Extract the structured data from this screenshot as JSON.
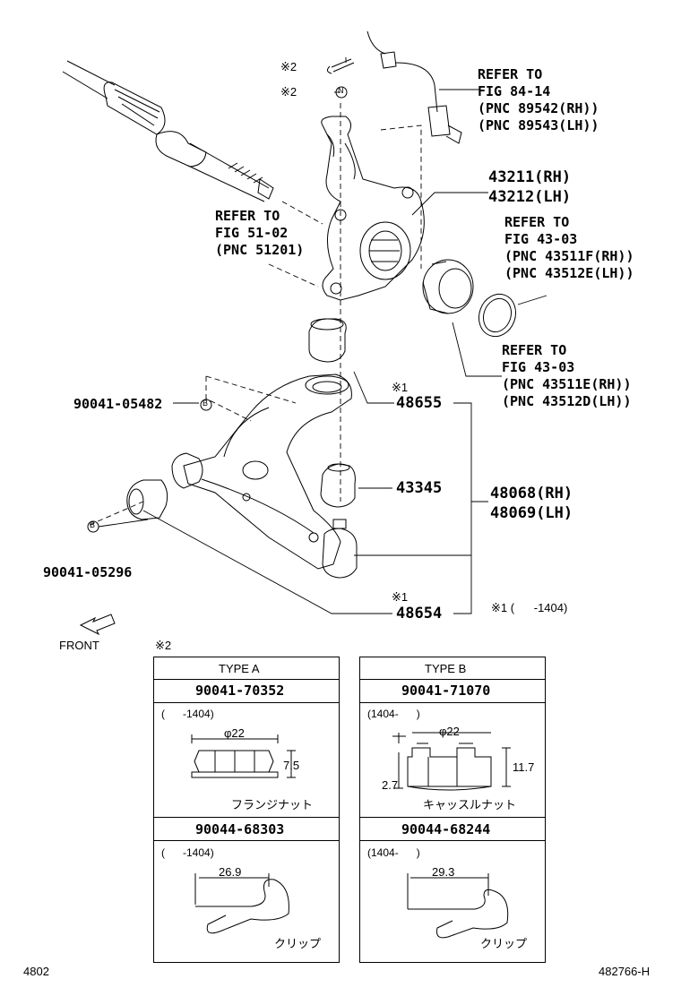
{
  "refs": {
    "sensor": [
      "REFER TO",
      "FIG 84-14",
      "(PNC 89542(RH))",
      "(PNC 89543(LH))"
    ],
    "axle": [
      "REFER TO",
      "FIG 51-02",
      "(PNC 51201)"
    ],
    "bearing": [
      "REFER TO",
      "FIG 43-03",
      "(PNC 43511F(RH))",
      "(PNC 43512E(LH))"
    ],
    "snapring": [
      "REFER TO",
      "FIG 43-03",
      "(PNC 43511E(RH))",
      "(PNC 43512D(LH))"
    ]
  },
  "parts": {
    "knuckle_rh": "43211(RH)",
    "knuckle_lh": "43212(LH)",
    "bush_front": "48655",
    "ball_joint": "43345",
    "arm_rh": "48068(RH)",
    "arm_lh": "48069(LH)",
    "bush_rear": "48654",
    "bolt_b1": "90041-05482",
    "bolt_b2": "90041-05296",
    "mark1": "※1",
    "mark2": "※2",
    "circle_b": "B",
    "circle_n": "N"
  },
  "note1": "※1 (      -1404)",
  "front": "FRONT",
  "table_mark": "※2",
  "type_a": {
    "title": "TYPE A",
    "nut_pn": "90041-70352",
    "nut_range": "(      -1404)",
    "nut_dia": "φ22",
    "nut_h": "7.5",
    "nut_name": "フランジナット",
    "clip_pn": "90044-68303",
    "clip_range": "(      -1404)",
    "clip_w": "26.9",
    "clip_name": "クリップ"
  },
  "type_b": {
    "title": "TYPE B",
    "nut_pn": "90041-71070",
    "nut_range": "(1404-      )",
    "nut_dia": "φ22",
    "nut_h1": "2.7",
    "nut_h2": "11.7",
    "nut_name": "キャッスルナット",
    "clip_pn": "90044-68244",
    "clip_range": "(1404-      )",
    "clip_w": "29.3",
    "clip_name": "クリップ"
  },
  "footer": {
    "left": "4802",
    "right": "482766-H"
  }
}
